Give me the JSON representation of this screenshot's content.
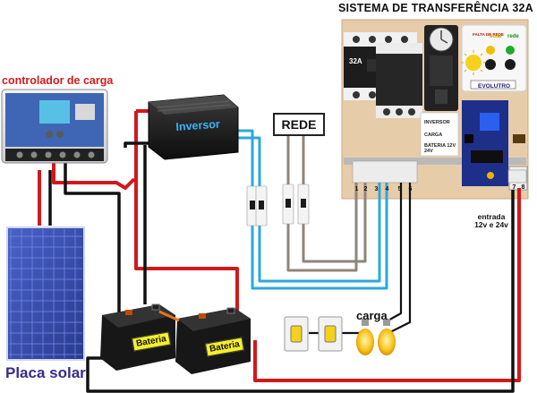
{
  "title": "SISTEMA DE TRANSFERÊNCIA 32A",
  "labels": {
    "controller": "controlador de carga",
    "inverter": "Inversor",
    "grid": "REDE",
    "load": "carga",
    "solar_panel": "Placa solar",
    "input": "entrada 12v e 24v",
    "battery_1": "Bateria",
    "battery_2": "Bateria",
    "contactor_rating": "32A",
    "brand": "EVOLUTRO"
  },
  "panel": {
    "falta": "FALTA DE REDE",
    "solar": "solar",
    "rede": "rede"
  },
  "selector_labels": [
    "INVERSOR",
    "CARGA",
    "BATERIA 12V 24V"
  ],
  "terminal_numbers": [
    "1",
    "2",
    "3",
    "4",
    "5",
    "6",
    "7",
    "8"
  ],
  "colors": {
    "wire_red": "#d0191b",
    "wire_black": "#111111",
    "wire_blue": "#2aa8dd",
    "wire_grey": "#8f8578",
    "board": "#e7ccaa",
    "title_red": "#d21c1c",
    "solar_text": "#3a2a8c",
    "inverter_text": "#35b6ff",
    "battery_label": "#f5f02a"
  },
  "icons": [
    "breaker-icon",
    "lamp-icon",
    "switch-icon",
    "battery-icon",
    "solar-panel-icon",
    "charge-controller-icon",
    "inverter-icon",
    "contactor-icon",
    "timer-relay-icon",
    "voltage-relay-icon"
  ]
}
